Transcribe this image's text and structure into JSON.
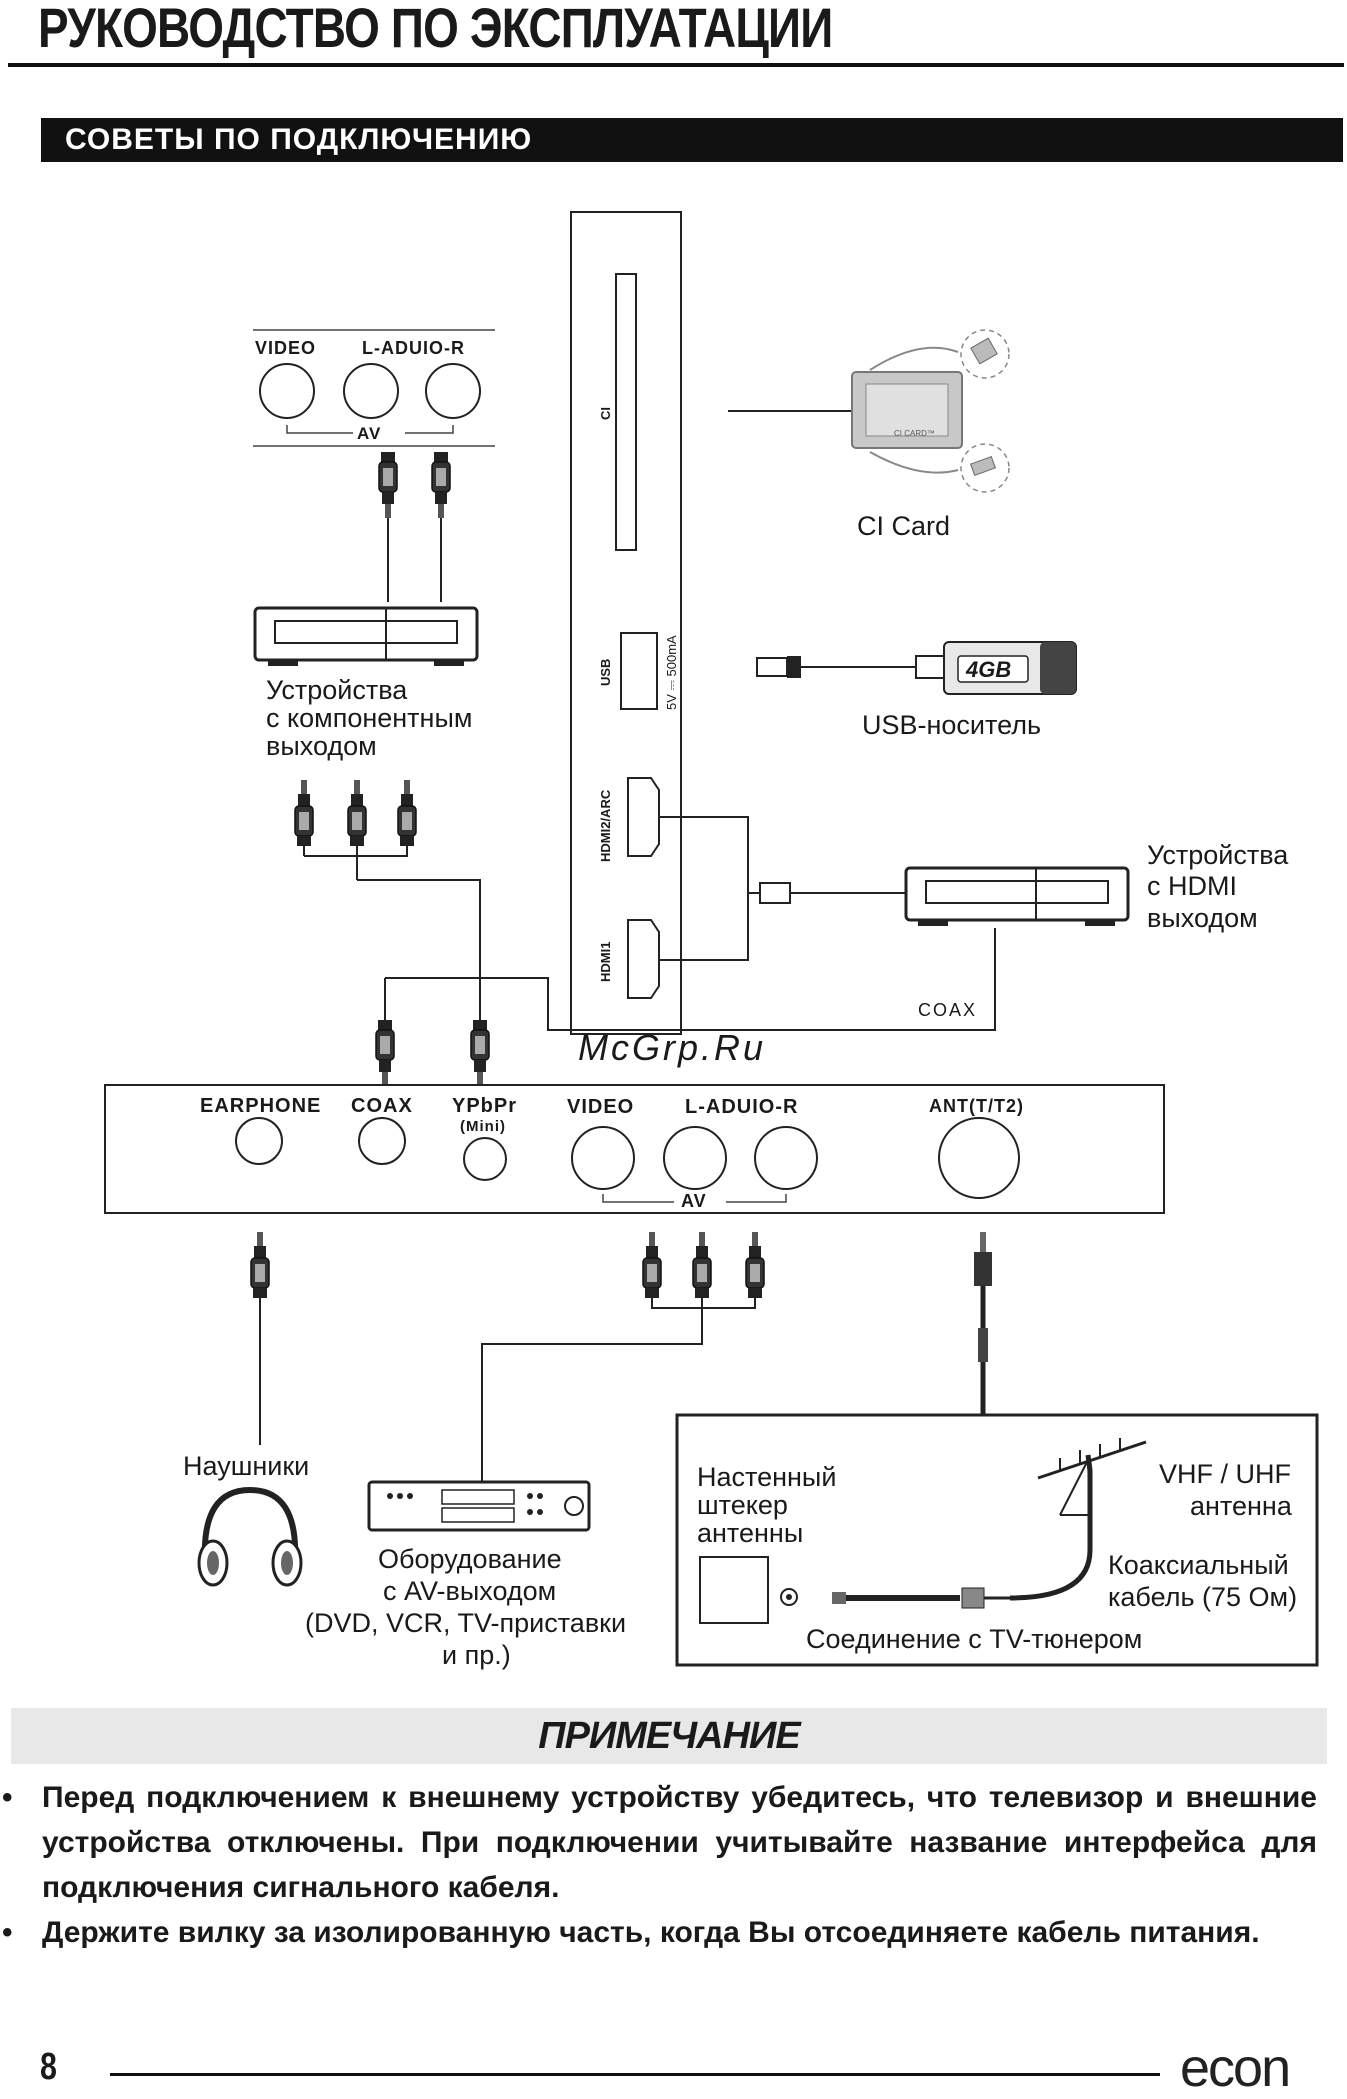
{
  "header": {
    "title": "РУКОВОДСТВО ПО ЭКСПЛУАТАЦИИ",
    "section": "СОВЕТЫ ПО ПОДКЛЮЧЕНИЮ"
  },
  "diagram": {
    "top_av_panel": {
      "video": "VIDEO",
      "audio": "L-ADUIO-R",
      "av": "AV"
    },
    "side_panel": {
      "ci": "CI",
      "usb": "USB",
      "usb_power": "5V ⎓ 500mA",
      "hdmi2": "HDMI2/ARC",
      "hdmi1": "HDMI1"
    },
    "ci_card": {
      "caption": "CI Card",
      "card_text": "CI CARD™"
    },
    "usb_drive": {
      "caption": "USB-носитель",
      "capacity": "4GB"
    },
    "component_device": {
      "line1": "Устройства",
      "line2": "с компонентным",
      "line3": "выходом"
    },
    "hdmi_device": {
      "line1": "Устройства",
      "line2": "с HDMI",
      "line3": "выходом"
    },
    "coax_label": "COAX",
    "watermark": "McGrp.Ru",
    "bottom_panel": {
      "earphone": "EARPHONE",
      "coax": "COAX",
      "ypbpr": "YPbPr",
      "mini": "(Mini)",
      "video": "VIDEO",
      "audio": "L-ADUIO-R",
      "ant": "ANT(T/T2)",
      "av": "AV"
    },
    "headphones": {
      "caption": "Наушники"
    },
    "av_device": {
      "line1": "Оборудование",
      "line2": "с AV-выходом",
      "line3": "(DVD, VCR, TV-приставки",
      "line4": "и пр.)"
    },
    "antenna_box": {
      "wall_line1": "Настенный",
      "wall_line2": "штекер",
      "wall_line3": "антенны",
      "vhf_line1": "VHF / UHF",
      "vhf_line2": "антенна",
      "coax_line1": "Коаксиальный",
      "coax_line2": "кабель (75 Ом)",
      "tuner": "Соединение с TV-тюнером"
    }
  },
  "note": {
    "title": "ПРИМЕЧАНИЕ",
    "items": [
      "Перед подключением к внешнему устройству убедитесь, что телевизор и внешние устройства отключены. При подключении учитывайте название интерфейса для подключения сигнального кабеля.",
      "Держите вилку за изолированную часть, когда Вы отсоединяете кабель питания."
    ]
  },
  "footer": {
    "page_number": "8",
    "brand": "econ"
  }
}
